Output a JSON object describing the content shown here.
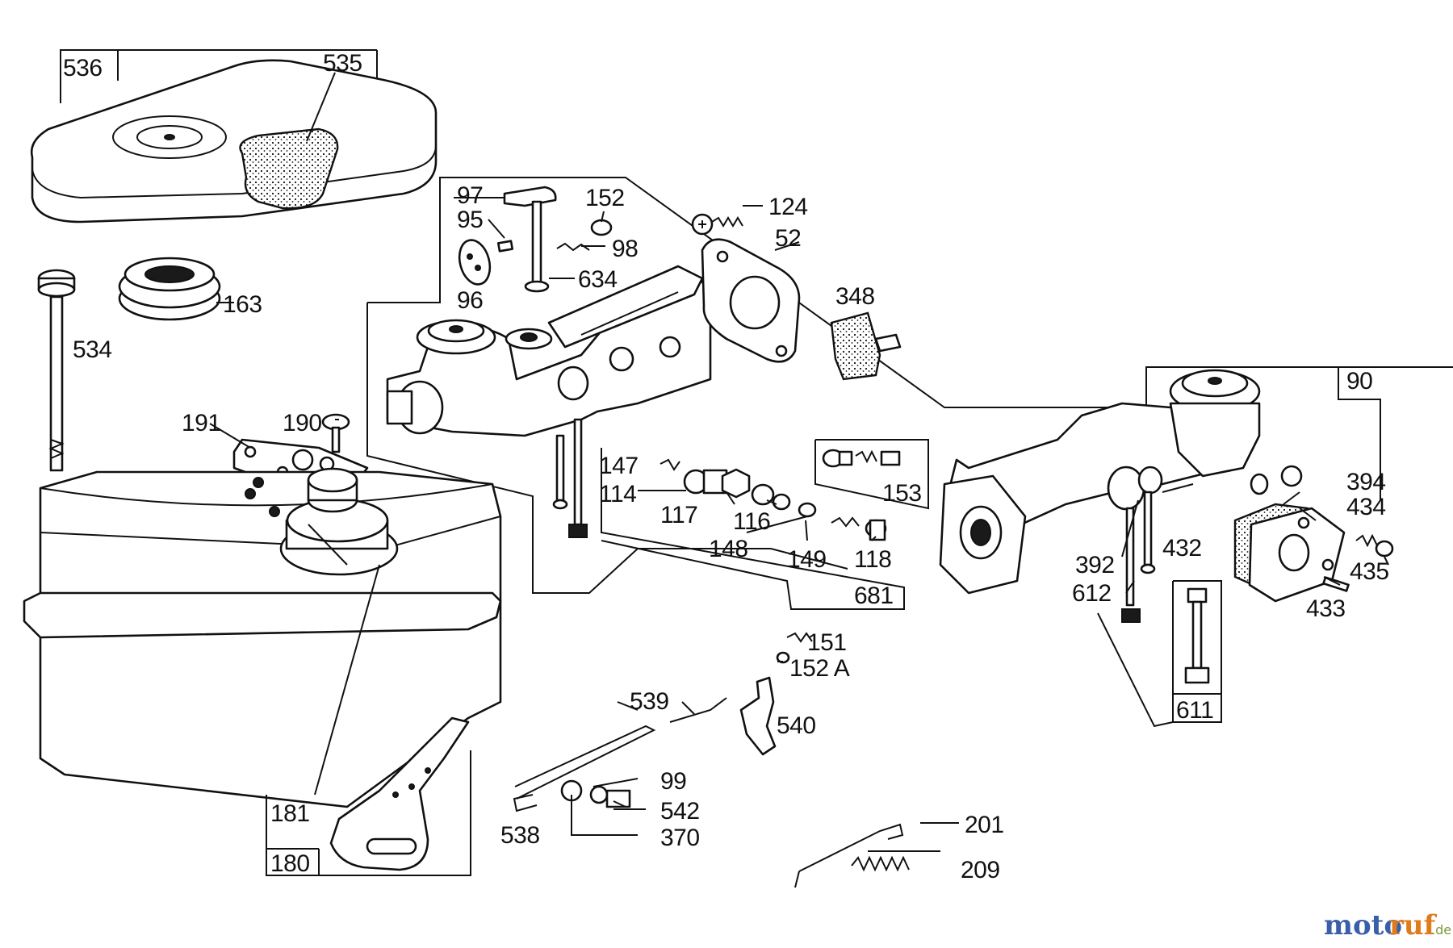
{
  "labels": {
    "p536": "536",
    "p535": "535",
    "p163": "163",
    "p534": "534",
    "p97": "97",
    "p95": "95",
    "p152": "152",
    "p98": "98",
    "p634": "634",
    "p96": "96",
    "p124": "124",
    "p52": "52",
    "p348": "348",
    "p90": "90",
    "p191": "191",
    "p190": "190",
    "p147": "147",
    "p114": "114",
    "p117": "117",
    "p116": "116",
    "p148": "148",
    "p149": "149",
    "p118": "118",
    "p153": "153",
    "p681": "681",
    "p394": "394",
    "p434": "434",
    "p435": "435",
    "p433": "433",
    "p432": "432",
    "p392": "392",
    "p612": "612",
    "p611": "611",
    "p151": "151",
    "p152a": "152 A",
    "p539": "539",
    "p540": "540",
    "p99": "99",
    "p542": "542",
    "p370": "370",
    "p538": "538",
    "p181": "181",
    "p180": "180",
    "p201": "201",
    "p209": "209"
  },
  "watermark": {
    "part1": "moto",
    "part2": "ruf",
    "suffix": ".de",
    "colors": {
      "blue": "#3a5fa8",
      "orange": "#e07b1a",
      "green": "#7a9a3a"
    }
  }
}
